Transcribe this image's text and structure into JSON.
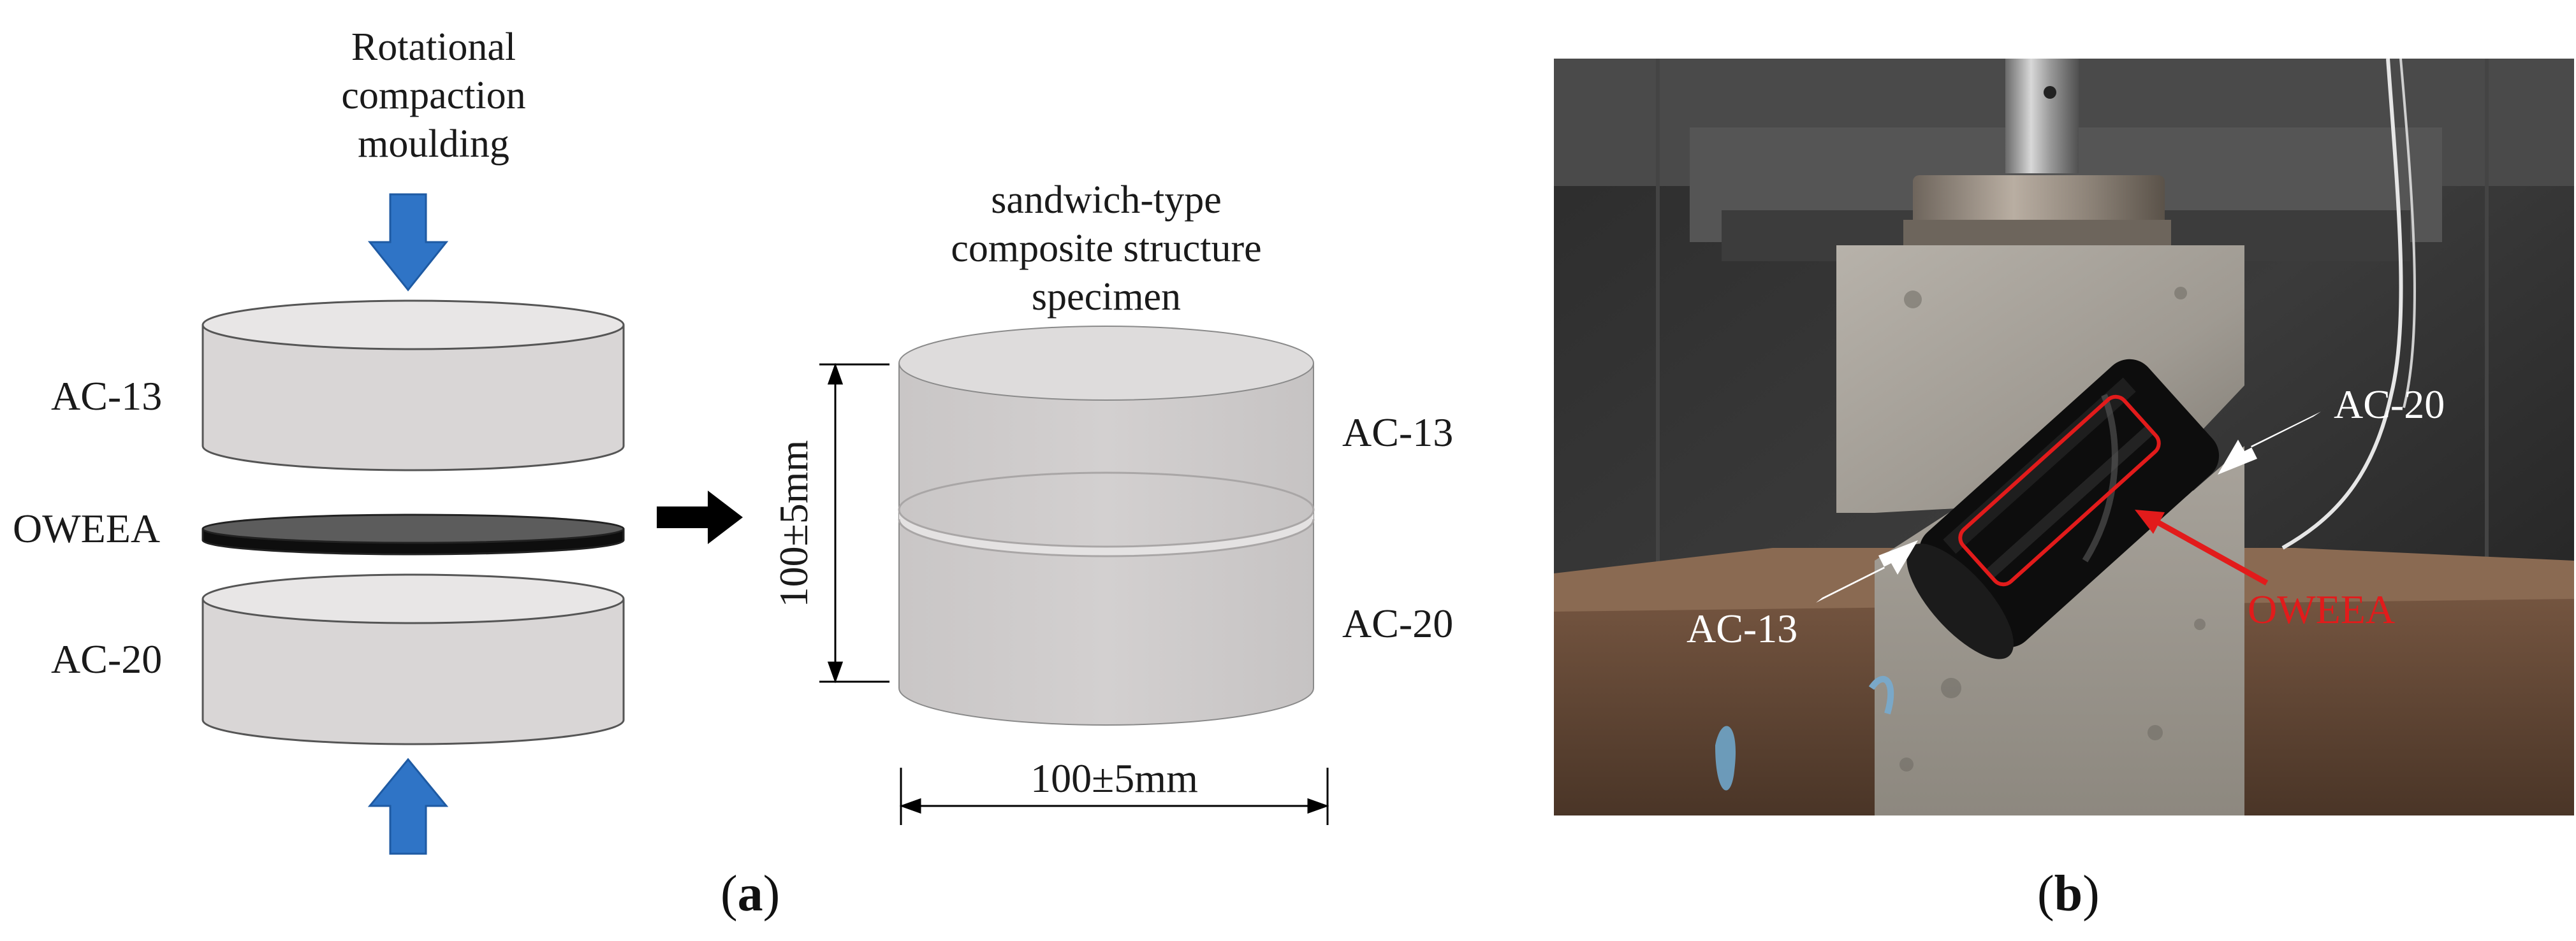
{
  "panel_a": {
    "compaction_label": [
      "Rotational",
      "compaction",
      "moulding"
    ],
    "layers": {
      "top": "AC-13",
      "middle": "OWEEA",
      "bottom": "AC-20"
    },
    "specimen_label": [
      "sandwich-type",
      "composite structure",
      "specimen"
    ],
    "specimen_layers": {
      "top": "AC-13",
      "bottom": "AC-20"
    },
    "height_dimension": "100±5mm",
    "diameter_dimension": "100±5mm",
    "caption": "a"
  },
  "panel_b": {
    "labels": {
      "ac20": "AC-20",
      "ac13": "AC-13",
      "oweea": "OWEEA"
    },
    "caption": "b"
  },
  "colors": {
    "arrow_blue": "#2f74c6",
    "cylinder_fill": "#d9d6d6",
    "cylinder_top": "#e8e6e6",
    "annotation_red": "#e21b1b",
    "annotation_white": "#ffffff"
  }
}
